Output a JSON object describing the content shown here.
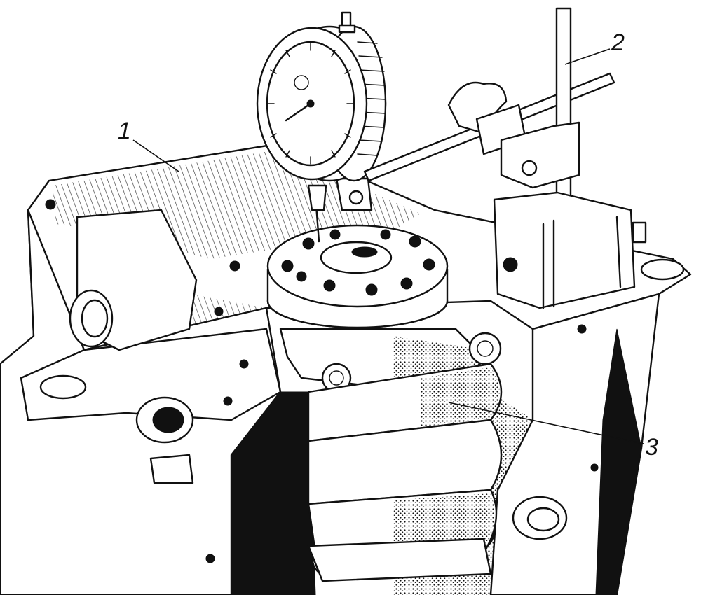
{
  "figure": {
    "callouts": [
      {
        "id": "1",
        "label": "1"
      },
      {
        "id": "2",
        "label": "2"
      },
      {
        "id": "3",
        "label": "3"
      }
    ],
    "ink_color": "#111111",
    "paper_color": "#ffffff"
  }
}
